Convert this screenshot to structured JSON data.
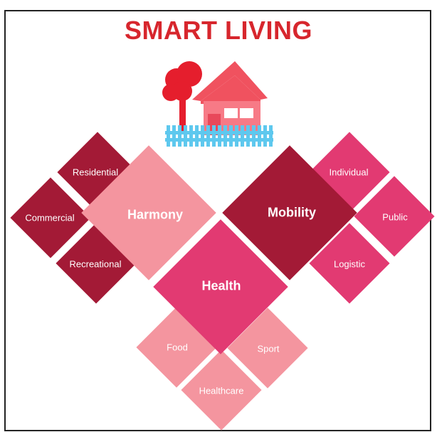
{
  "title": "SMART LIVING",
  "colors": {
    "title": "#d7262d",
    "dark_maroon": "#a31a36",
    "hot_pink": "#e23a72",
    "light_pink": "#f4959f",
    "house_roof": "#f0525f",
    "house_wall": "#f77a86",
    "tree": "#e51e2d",
    "fence": "#5ec8ee"
  },
  "nodes": {
    "harmony": "Harmony",
    "mobility": "Mobility",
    "health": "Health",
    "residential": "Residential",
    "commercial": "Commercial",
    "recreational": "Recreational",
    "individual": "Individual",
    "public": "Public",
    "logistic": "Logistic",
    "food": "Food",
    "sport": "Sport",
    "healthcare": "Healthcare"
  },
  "icons": {
    "house": "house-icon",
    "tree": "tree-icon",
    "fence": "fence-icon"
  }
}
